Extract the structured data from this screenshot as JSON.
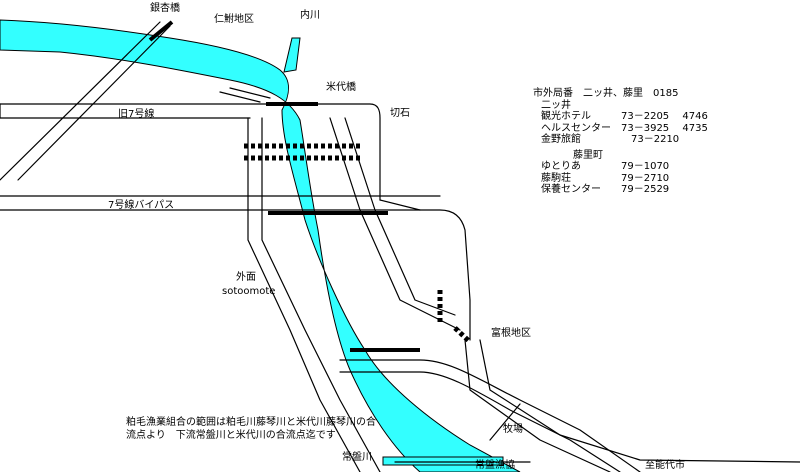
{
  "colors": {
    "river": "#33ffff",
    "road": "#000000"
  },
  "labels": {
    "ginnan_bashi": "銀杏橋",
    "nie_chiku": "仁鮒地区",
    "uchikawa": "内川",
    "yonshiro_bashi": "米代橋",
    "kyu7": "旧7号線",
    "kiriishi": "切石",
    "bypass7": "7号線バイパス",
    "sotomo": "外面",
    "sotoomote": "sotoomote",
    "tomine_chiku": "富根地区",
    "bokujo": "牧場",
    "tokiwagawa": "常盤川",
    "tokiwa_gyokyo": "常盤漁協",
    "to_noshiro": "至能代市"
  },
  "phones": {
    "header": "市外局番　二ッ井、藤里　0185",
    "town1": "二ッ井",
    "town1_list": [
      {
        "name": "観光ホテル",
        "nums": "73－2205　 4746"
      },
      {
        "name": "ヘルスセンター",
        "nums": "73－3925　 4735"
      },
      {
        "name": "金野旅館",
        "nums": "　73－2210"
      }
    ],
    "town2": "藤里町",
    "town2_list": [
      {
        "name": "ゆとりあ",
        "nums": "79－1070"
      },
      {
        "name": "藤駒荘",
        "nums": "79－2710"
      },
      {
        "name": "保養センター",
        "nums": "79－2529"
      }
    ]
  },
  "note": "粕毛漁業組合の範囲は粕毛川藤琴川と米代川藤琴川の合流点より　下流常盤川と米代川の合流点迄です"
}
